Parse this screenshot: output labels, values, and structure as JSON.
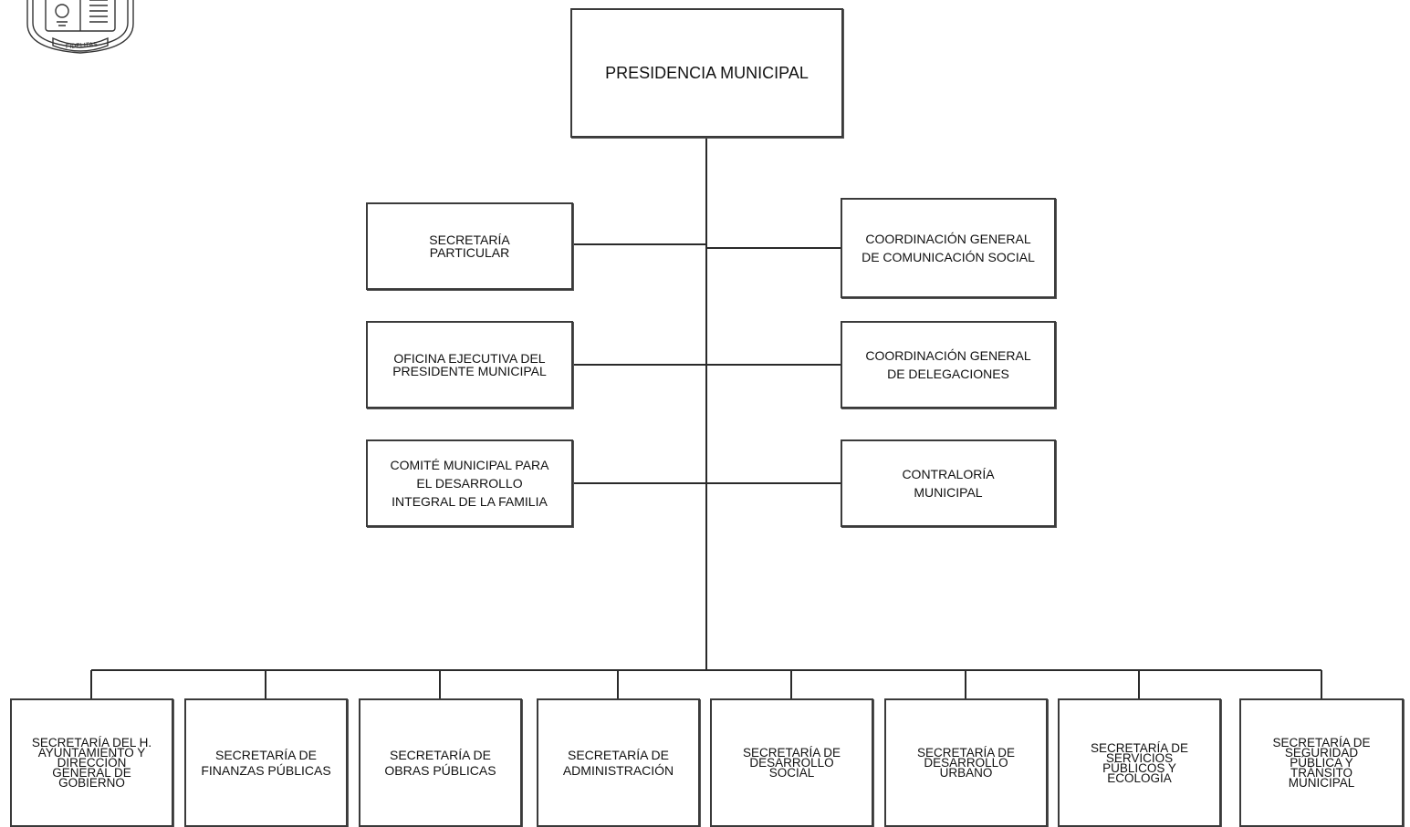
{
  "root": {
    "label": "PRESIDENCIA MUNICIPAL"
  },
  "staff_left": [
    {
      "label": "SECRETARÍA\nPARTICULAR"
    },
    {
      "label": "OFICINA EJECUTIVA DEL\nPRESIDENTE MUNICIPAL"
    },
    {
      "label": "COMITÉ MUNICIPAL PARA\nEL DESARROLLO\nINTEGRAL DE LA FAMILIA"
    }
  ],
  "staff_right": [
    {
      "label": "COORDINACIÓN GENERAL\nDE COMUNICACIÓN SOCIAL"
    },
    {
      "label": "COORDINACIÓN GENERAL\nDE DELEGACIONES"
    },
    {
      "label": "CONTRALORÍA\nMUNICIPAL"
    }
  ],
  "secretariats": [
    {
      "label": "SECRETARÍA DEL H.\nAYUNTAMIENTO Y\nDIRECCIÓN\nGENERAL DE\nGOBIERNO"
    },
    {
      "label": "SECRETARÍA DE\nFINANZAS PÚBLICAS"
    },
    {
      "label": "SECRETARÍA DE\nOBRAS PÚBLICAS"
    },
    {
      "label": "SECRETARÍA DE\nADMINISTRACIÓN"
    },
    {
      "label": "SECRETARÍA DE\nDESARROLLO\nSOCIAL"
    },
    {
      "label": "SECRETARÍA DE\nDESARROLLO\nURBANO"
    },
    {
      "label": "SECRETARÍA DE\nSERVICIOS\nPÚBLICOS Y\nECOLOGÍA"
    },
    {
      "label": "SECRETARÍA DE\nSEGURIDAD\nPÚBLICA Y\nTRÁNSITO\nMUNICIPAL"
    }
  ],
  "seal": {
    "motto": "FIDELITAS",
    "icon": "municipal-seal-icon"
  },
  "colors": {
    "line": "#2a2a2a",
    "border": "#3a3a3a",
    "background": "#ffffff"
  }
}
